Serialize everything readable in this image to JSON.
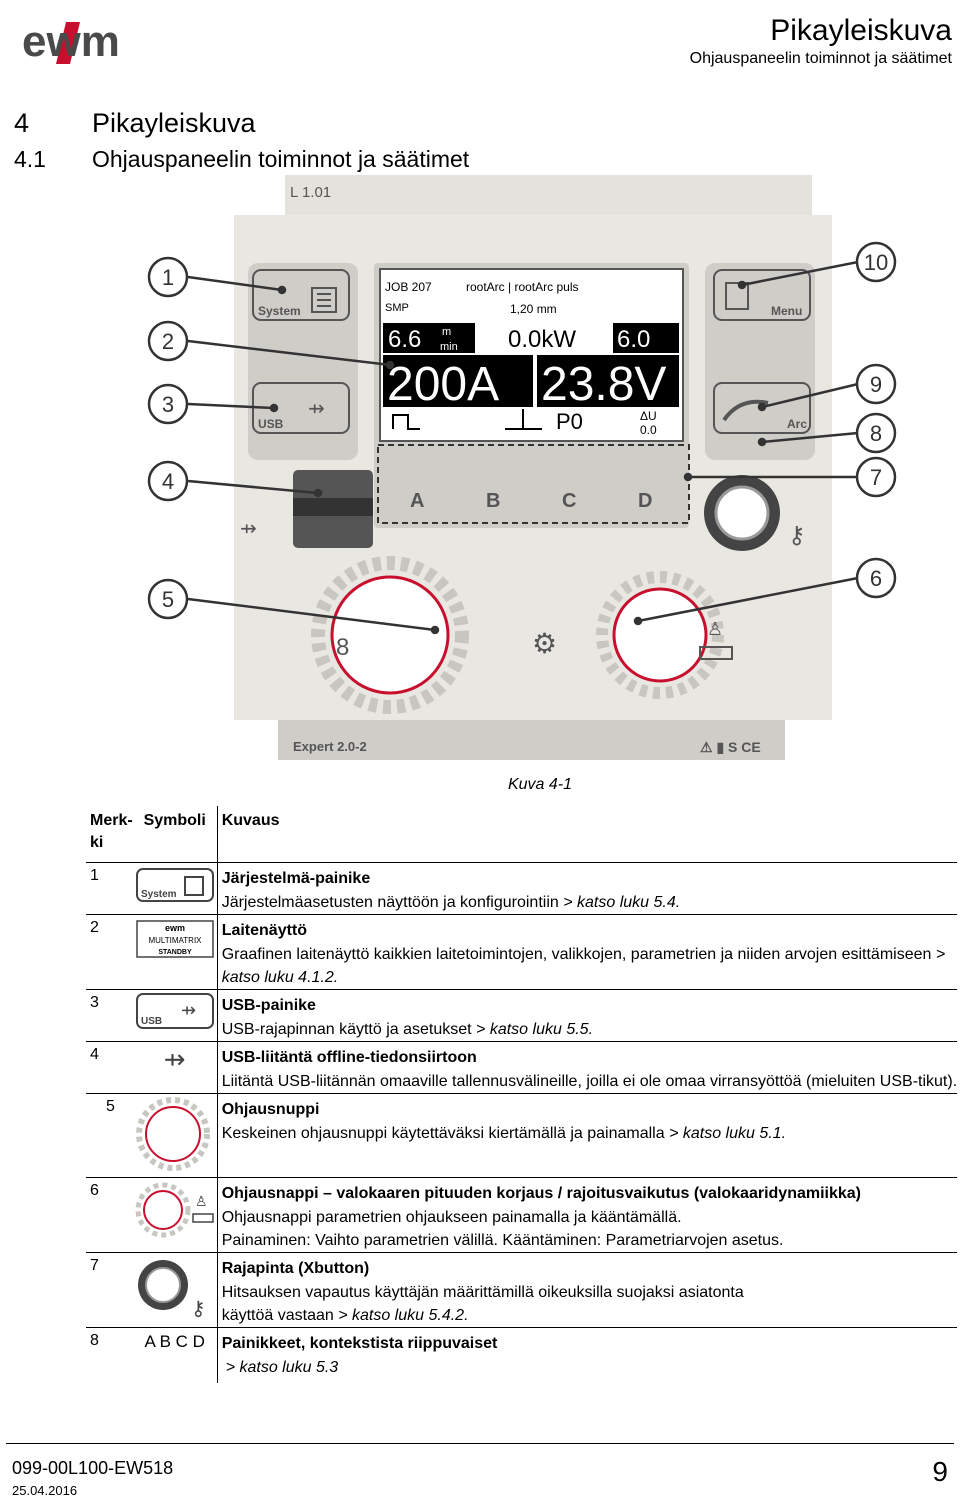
{
  "header": {
    "logo_text": "ewm",
    "title": "Pikayleiskuva",
    "subtitle": "Ohjauspaneelin toiminnot ja säätimet"
  },
  "headings": [
    {
      "num": "4",
      "text": "Pikayleiskuva"
    },
    {
      "num": "4.1",
      "text": "Ohjauspaneelin toiminnot ja säätimet"
    }
  ],
  "panel": {
    "model": "L 1.01",
    "version": "Expert 2.0-2",
    "system_label": "System",
    "usb_label": "USB",
    "menu_label": "Menu",
    "arc_label": "Arc",
    "display": {
      "job": "JOB 207",
      "process": "rootArc | rootArc puls",
      "mode": "SMP",
      "wire": "1,20 mm",
      "wire_speed": "6.6",
      "wire_unit_top": "m",
      "wire_unit_bottom": "min",
      "power": "0.0kW",
      "speed2": "6.0",
      "current": "200A",
      "voltage": "23.8V",
      "program": "P0",
      "delta_u_label": "ΔU",
      "delta_u_value": "0.0"
    },
    "soft_keys": [
      "A",
      "B",
      "C",
      "D"
    ],
    "callouts": [
      "1",
      "2",
      "3",
      "4",
      "5",
      "6",
      "7",
      "8",
      "9",
      "10"
    ]
  },
  "caption": "Kuva 4-1",
  "legend": {
    "col_num": "Merk-\nki",
    "col_sym": "Symboli",
    "col_desc": "Kuvaus",
    "matrix_logo": "ewm",
    "matrix_text": "MULTIMATRIX",
    "matrix_standby": "STANDBY",
    "items": [
      {
        "num": "1",
        "title": "Järjestelmä-painike",
        "text": "Järjestelmäasetusten näyttöön ja konfigurointiin ",
        "ref": "> katso luku 5.4."
      },
      {
        "num": "2",
        "title": "Laitenäyttö",
        "text": "Graafinen laitenäyttö kaikkien laitetoimintojen, valikkojen, parametrien ja niiden arvojen esittämiseen ",
        "ref": "> katso luku 4.1.2."
      },
      {
        "num": "3",
        "title": "USB-painike",
        "text": "USB-rajapinnan käyttö ja asetukset ",
        "ref": "> katso luku 5.5."
      },
      {
        "num": "4",
        "title": "USB-liitäntä offline-tiedonsiirtoon",
        "text": "Liitäntä USB-liitännän omaaville tallennusvälineille, joilla ei ole omaa virransyöttöä (mieluiten USB-tikut).",
        "ref": ""
      },
      {
        "num": "5",
        "title": "Ohjausnuppi",
        "text": "Keskeinen ohjausnuppi käytettäväksi kiertämällä ja painamalla ",
        "ref": "> katso luku 5.1."
      },
      {
        "num": "6",
        "title": "Ohjausnappi – valokaaren pituuden korjaus / rajoitusvaikutus (valokaaridynamiikka)",
        "text": "Ohjausnappi parametrien ohjaukseen painamalla ja kääntämällä.",
        "text2": "Painaminen: Vaihto parametrien välillä. Kääntäminen: Parametriarvojen asetus.",
        "ref": ""
      },
      {
        "num": "7",
        "title": "Rajapinta (Xbutton)",
        "text": "Hitsauksen vapautus käyttäjän määrittämillä oikeuksilla suojaksi asiatonta käyttöä vastaan ",
        "ref": "> katso luku 5.4.2."
      },
      {
        "num": "8",
        "sym": "A B C D",
        "title": "Painikkeet, kontekstista riippuvaiset",
        "text": "",
        "ref": "> katso luku 5.3"
      }
    ]
  },
  "footer": {
    "doc": "099-00L100-EW518",
    "date": "25.04.2016",
    "page": "9"
  }
}
